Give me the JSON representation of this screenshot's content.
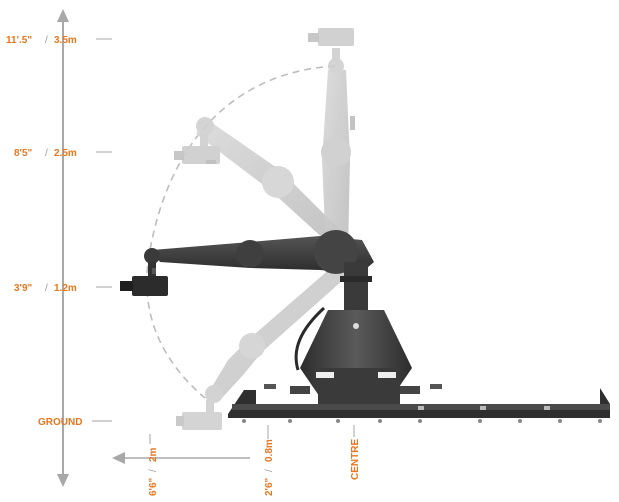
{
  "height_marks": [
    {
      "imperial": "11'.5\"",
      "metric": "3.5m"
    },
    {
      "imperial": "8'5\"",
      "metric": "2.5m"
    },
    {
      "imperial": "3'9\"",
      "metric": "1.2m"
    }
  ],
  "ground_label": "GROUND",
  "reach_marks": [
    {
      "imperial": "6'6\"",
      "metric": "2m"
    },
    {
      "imperial": "2'6\"",
      "metric": "0.8m"
    }
  ],
  "centre_label": "CENTRE",
  "separator": "/",
  "colors": {
    "accent": "#e8761e",
    "guide": "#9a9a9a",
    "arm_dark": "#3a3a3a",
    "arm_ghost": "#cfcfcf"
  }
}
